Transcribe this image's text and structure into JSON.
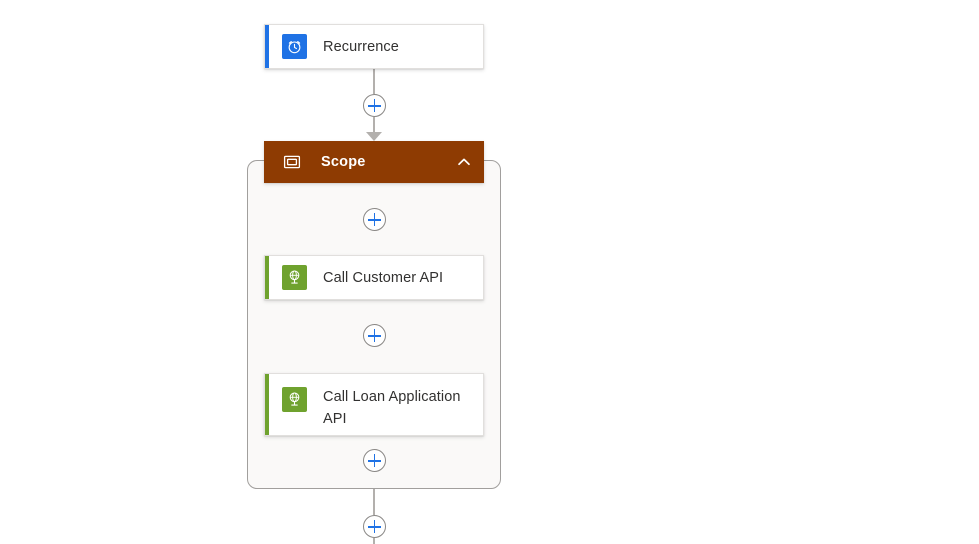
{
  "canvas": {
    "background": "#ffffff",
    "name": "logic-app-designer-canvas"
  },
  "palette": {
    "trigger_accent": "#1f72e5",
    "http_accent": "#6fa22e",
    "scope_accent": "#8e3b02",
    "connector": "#b3b0ad",
    "plus_accent": "#1f72e5",
    "card_text": "#323130",
    "scope_background": "#faf9f8"
  },
  "trigger": {
    "label": "Recurrence",
    "icon": "alarm-clock-icon"
  },
  "scope": {
    "label": "Scope",
    "icon": "scope-rectangle-icon",
    "collapse_icon": "chevron-up-icon",
    "actions": [
      {
        "label": "Call Customer API",
        "icon": "http-globe-icon"
      },
      {
        "label": "Call Loan Application API",
        "icon": "http-globe-icon"
      }
    ]
  },
  "insert_buttons": [
    {
      "name": "insert-after-recurrence",
      "label": "+"
    },
    {
      "name": "insert-scope-first",
      "label": "+"
    },
    {
      "name": "insert-between-api-calls",
      "label": "+"
    },
    {
      "name": "insert-scope-last",
      "label": "+"
    },
    {
      "name": "insert-after-scope",
      "label": "+"
    }
  ]
}
